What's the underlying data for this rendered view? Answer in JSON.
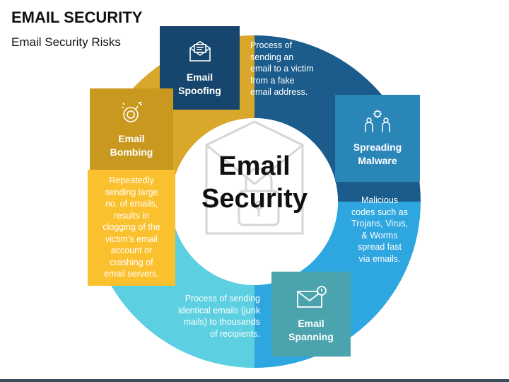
{
  "header": {
    "title": "EMAIL SECURITY",
    "subtitle": "Email Security Risks"
  },
  "center": {
    "label": "Email\nSecurity"
  },
  "segments": [
    {
      "id": "spoofing",
      "label": "Email\nSpoofing",
      "description": "Process of\nsending an\nemail to a victim\nfrom a fake\nemail address.",
      "color": "#1b5c8c",
      "box_color": "#16456d",
      "icon": "envelope-letter-icon"
    },
    {
      "id": "malware",
      "label": "Spreading\nMalware",
      "description": "Malicious\ncodes such as\nTrojans, Virus,\n& Worms\nspread fast\nvia emails.",
      "color": "#2ea6df",
      "box_color": "#2b86b8",
      "icon": "virus-people-icon"
    },
    {
      "id": "spanning",
      "label": "Email\nSpanning",
      "description": "Process of sending\nidentical emails (junk\nmails) to thousands\nof recipients.",
      "color": "#5ccfe0",
      "box_color": "#4aa3ad",
      "icon": "envelope-alert-icon"
    },
    {
      "id": "bombing",
      "label": "Email\nBombing",
      "description": "Repeatedly\nsending large\nno. of emails,\nresults in\nclogging of the\nvictim's email\naccount or\ncrashing of\nemail servers.",
      "color": "#d9a72a",
      "box_color": "#c9981f",
      "icon": "bomb-icon"
    }
  ],
  "colors": {
    "desc_yellow": "#fbc02d",
    "title_text": "#111111"
  }
}
